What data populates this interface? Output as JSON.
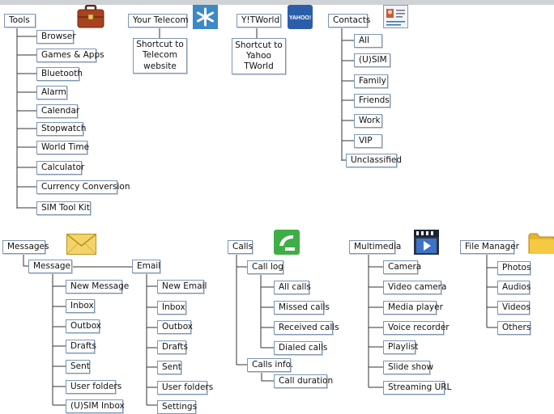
{
  "tools": {
    "title": "Tools",
    "icon": "briefcase-icon",
    "items": [
      "Browser",
      "Games & Apps",
      "Bluetooth",
      "Alarm",
      "Calendar",
      "Stopwatch",
      "World Time",
      "Calculator",
      "Currency Conversion",
      "SIM Tool Kit"
    ]
  },
  "telecom": {
    "title": "Your Telecom",
    "icon": "telecom-logo-icon",
    "child": "Shortcut to Telecom website"
  },
  "ytworld": {
    "title": "Y!TWorld",
    "icon": "yahoo-logo-icon",
    "logo_text": "YAHOO!",
    "child": "Shortcut to Yahoo TWorld"
  },
  "contacts": {
    "title": "Contacts",
    "icon": "contact-card-icon",
    "items": [
      "All",
      "(U)SIM",
      "Family",
      "Friends",
      "Work",
      "VIP",
      "Unclassified"
    ]
  },
  "messages": {
    "title": "Messages",
    "icon": "envelope-icon",
    "message": {
      "title": "Message",
      "items": [
        "New Message",
        "Inbox",
        "Outbox",
        "Drafts",
        "Sent",
        "User folders",
        "(U)SIM Inbox"
      ]
    },
    "email": {
      "title": "Email",
      "items": [
        "New Email",
        "Inbox",
        "Outbox",
        "Drafts",
        "Sent",
        "User folders",
        "Settings"
      ]
    }
  },
  "calls": {
    "title": "Calls",
    "icon": "phone-icon",
    "calllog": {
      "title": "Call log",
      "items": [
        "All calls",
        "Missed calls",
        "Received calls",
        "Dialed calls"
      ]
    },
    "callsinfo": {
      "title": "Calls info.",
      "items": [
        "Call duration"
      ]
    }
  },
  "multimedia": {
    "title": "Multimedia",
    "icon": "clapperboard-icon",
    "items": [
      "Camera",
      "Video camera",
      "Media player",
      "Voice recorder",
      "Playlist",
      "Slide show",
      "Streaming URL"
    ]
  },
  "filemanager": {
    "title": "File Manager",
    "icon": "folder-icon",
    "items": [
      "Photos",
      "Audios",
      "Videos",
      "Others"
    ]
  }
}
